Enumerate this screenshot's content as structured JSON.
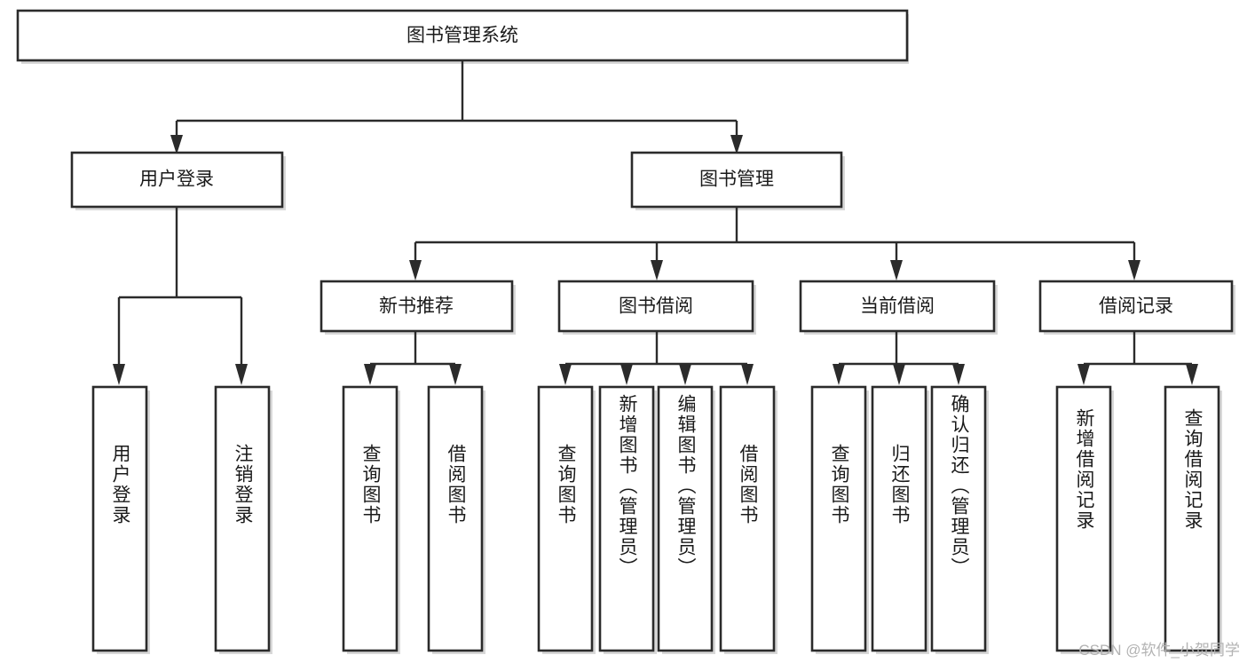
{
  "diagram": {
    "title_node": {
      "label": "图书管理系统"
    },
    "level2": [
      {
        "id": "user-login",
        "label": "用户登录"
      },
      {
        "id": "book-management",
        "label": "图书管理"
      }
    ],
    "level3": [
      {
        "id": "new-book-recommend",
        "label": "新书推荐"
      },
      {
        "id": "book-borrow",
        "label": "图书借阅"
      },
      {
        "id": "current-borrow",
        "label": "当前借阅"
      },
      {
        "id": "borrow-record",
        "label": "借阅记录"
      }
    ],
    "leaves": {
      "user-login": [
        {
          "id": "leaf-user-login",
          "label": "用户登录"
        },
        {
          "id": "leaf-logout-login",
          "label": "注销登录"
        }
      ],
      "new-book-recommend": [
        {
          "id": "leaf-query-book-1",
          "label": "查询图书"
        },
        {
          "id": "leaf-borrow-book-1",
          "label": "借阅图书"
        }
      ],
      "book-borrow": [
        {
          "id": "leaf-query-book-2",
          "label": "查询图书"
        },
        {
          "id": "leaf-add-book",
          "label": "新增图书（管理员）"
        },
        {
          "id": "leaf-edit-book",
          "label": "编辑图书（管理员）"
        },
        {
          "id": "leaf-borrow-book-2",
          "label": "借阅图书"
        }
      ],
      "current-borrow": [
        {
          "id": "leaf-query-book-3",
          "label": "查询图书"
        },
        {
          "id": "leaf-return-book",
          "label": "归还图书"
        },
        {
          "id": "leaf-confirm-return",
          "label": "确认归还（管理员）"
        }
      ],
      "borrow-record": [
        {
          "id": "leaf-add-record",
          "label": "新增借阅记录"
        },
        {
          "id": "leaf-query-record",
          "label": "查询借阅记录"
        }
      ]
    }
  },
  "watermark": {
    "text": "CSDN @软件_小贺同学"
  },
  "colors": {
    "box_stroke": "#2b2b2b",
    "box_fill": "#ffffff",
    "text": "#1a1a1a",
    "watermark": "#b3b3b3",
    "background": "#ffffff"
  }
}
